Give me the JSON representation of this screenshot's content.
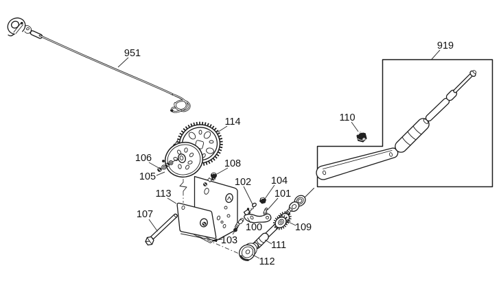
{
  "diagram": {
    "kind": "exploded-parts-diagram",
    "subject": "hand winch assembly",
    "colors": {
      "background": "#ffffff",
      "ink": "#1a1a1a"
    }
  },
  "parts": [
    {
      "label": "951"
    },
    {
      "label": "114"
    },
    {
      "label": "106"
    },
    {
      "label": "105"
    },
    {
      "label": "108"
    },
    {
      "label": "113"
    },
    {
      "label": "107"
    },
    {
      "label": "103"
    },
    {
      "label": "100"
    },
    {
      "label": "102"
    },
    {
      "label": "104"
    },
    {
      "label": "101"
    },
    {
      "label": "109"
    },
    {
      "label": "111"
    },
    {
      "label": "112"
    },
    {
      "label": "110"
    },
    {
      "label": "919"
    }
  ]
}
